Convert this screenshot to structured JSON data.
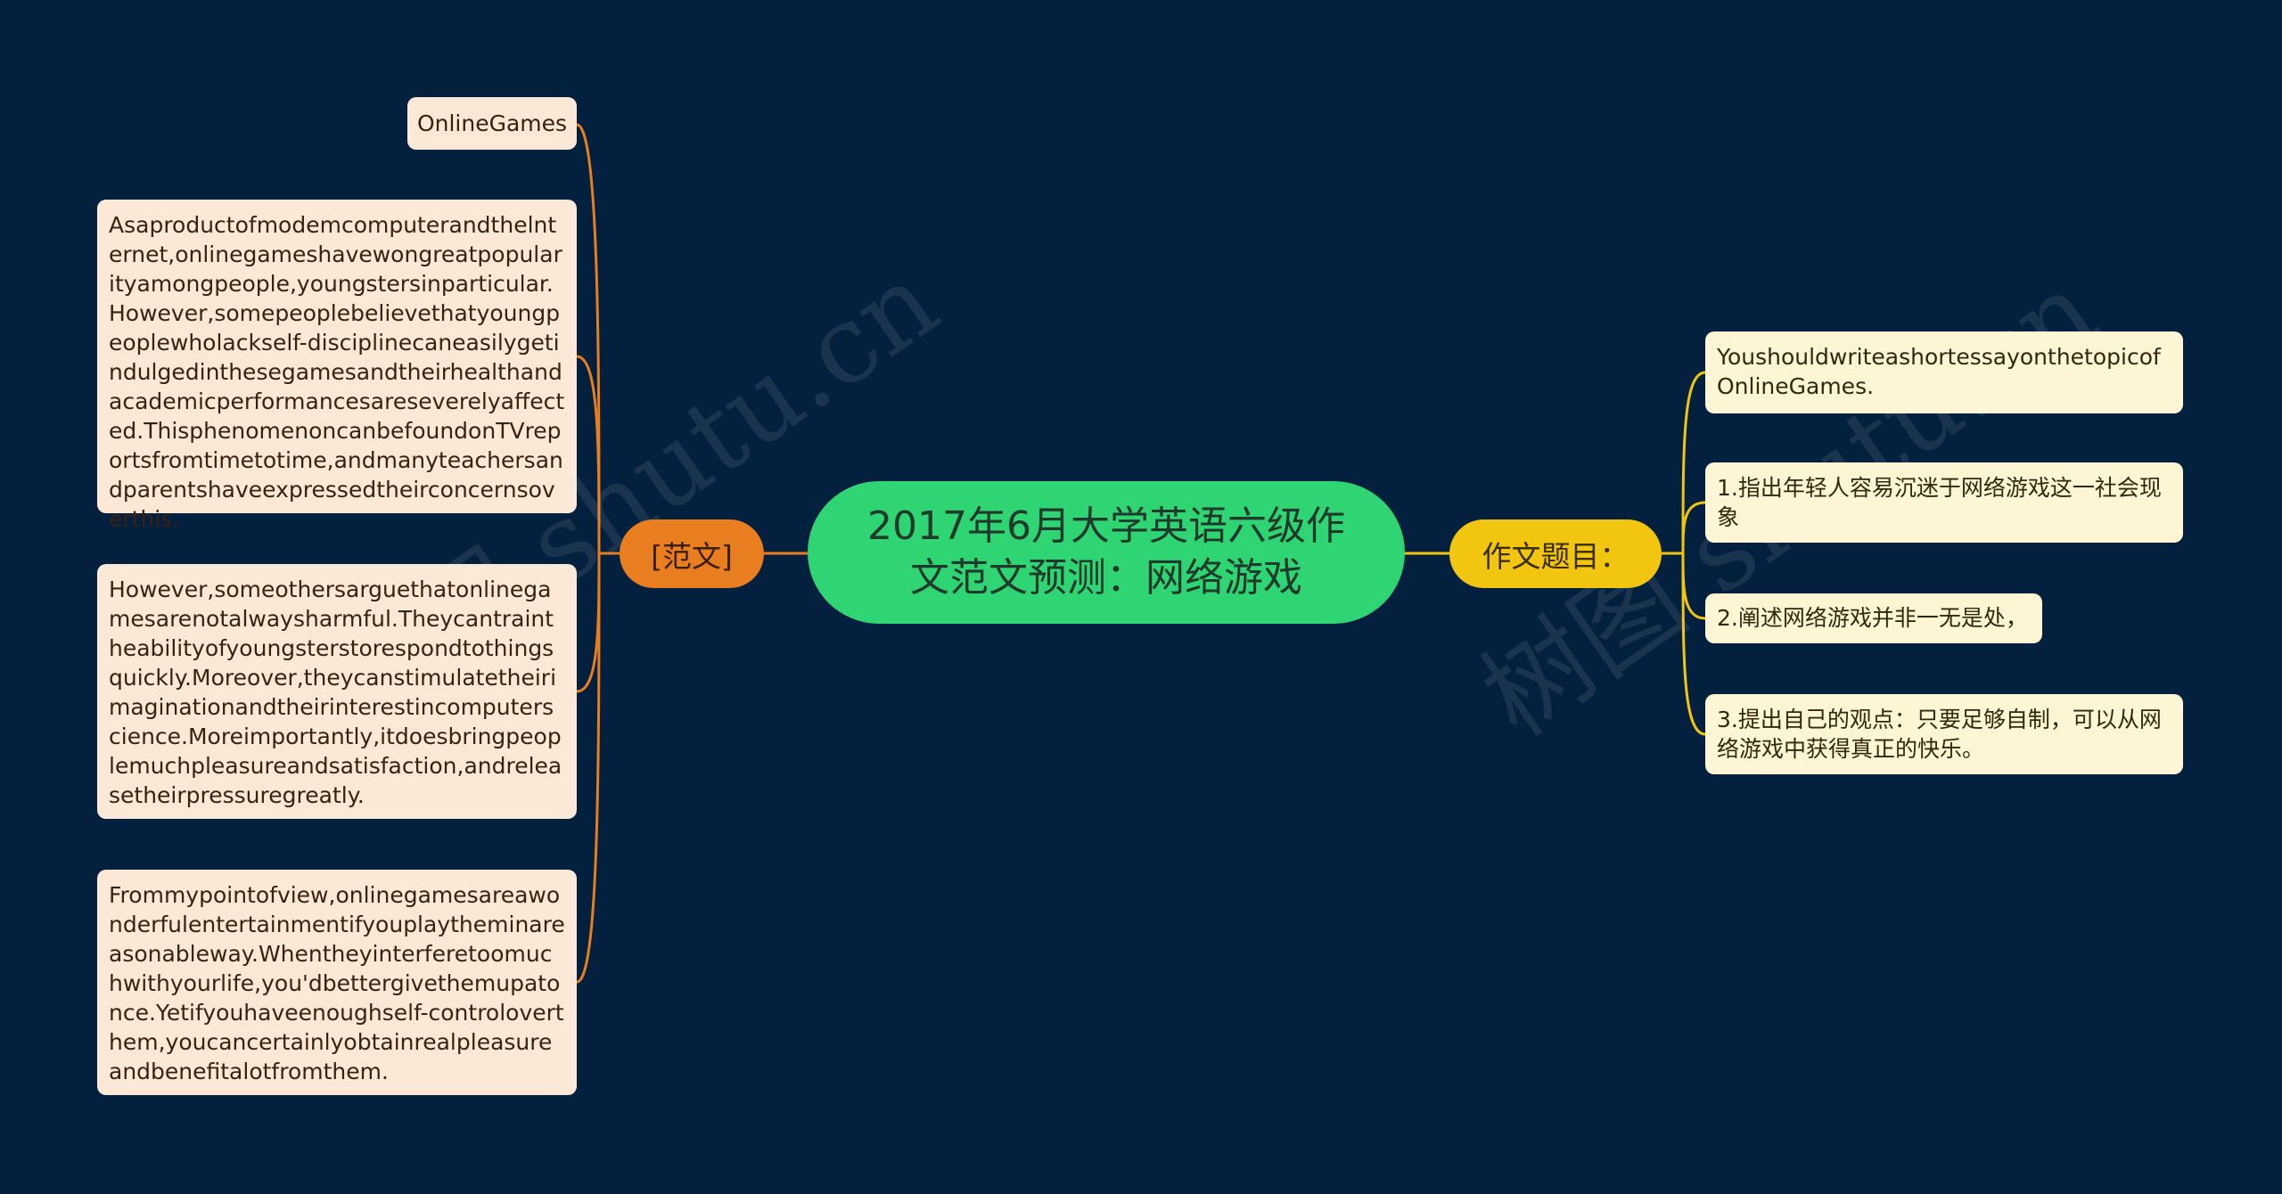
{
  "center": {
    "title": "2017年6月大学英语六级作文范文预测：网络游戏"
  },
  "left_branch": {
    "label": "[范文]",
    "items": [
      "OnlineGames",
      "Asaproductofmodemcomputerandthelnternet,onlinegameshavewongreatpopularityamongpeople,youngstersinparticular.However,somepeoplebelievethatyoungpeoplewholackself-disciplinecaneasilygetindulgedinthesegamesandtheirhealthandacademicperformancesareseverelyaffected.ThisphenomenoncanbefoundonTVreportsfromtimetotime,andmanyteachersandparentshaveexpressedtheirconcernsoverthis.",
      "However,someothersarguethatonlinegamesarenotalwaysharmful.Theycantraintheabilityofyoungsterstorespondtothingsquickly.Moreover,theycanstimulatetheirimaginationandtheirinterestincomputerscience.Moreimportantly,itdoesbringpeoplemuchpleasureandsatisfaction,andreleasetheirpressuregreatly.",
      "Frommypointofview,onlinegamesareawonderfulentertainmentifyouplaytheminareasonableway.Whentheyinterferetoomuchwithyourlife,you'dbettergivethemupatonce.Yetifyouhaveenoughself-controloverthem,youcancertainlyobtainrealpleasureandbenefitalotfromthem."
    ]
  },
  "right_branch": {
    "label": "作文题目：",
    "items": [
      "YoushouldwriteashortessayonthetopicofOnlineGames.",
      "1.指出年轻人容易沉迷于网络游戏这一社会现象",
      "2.阐述网络游戏并非一无是处，",
      "3.提出自己的观点：只要足够自制，可以从网络游戏中获得真正的快乐。"
    ]
  },
  "watermark": "树图 shutu.cn",
  "colors": {
    "background": "#03203f",
    "center": "#2fd573",
    "left": "#e87e1f",
    "right": "#f2c511"
  }
}
